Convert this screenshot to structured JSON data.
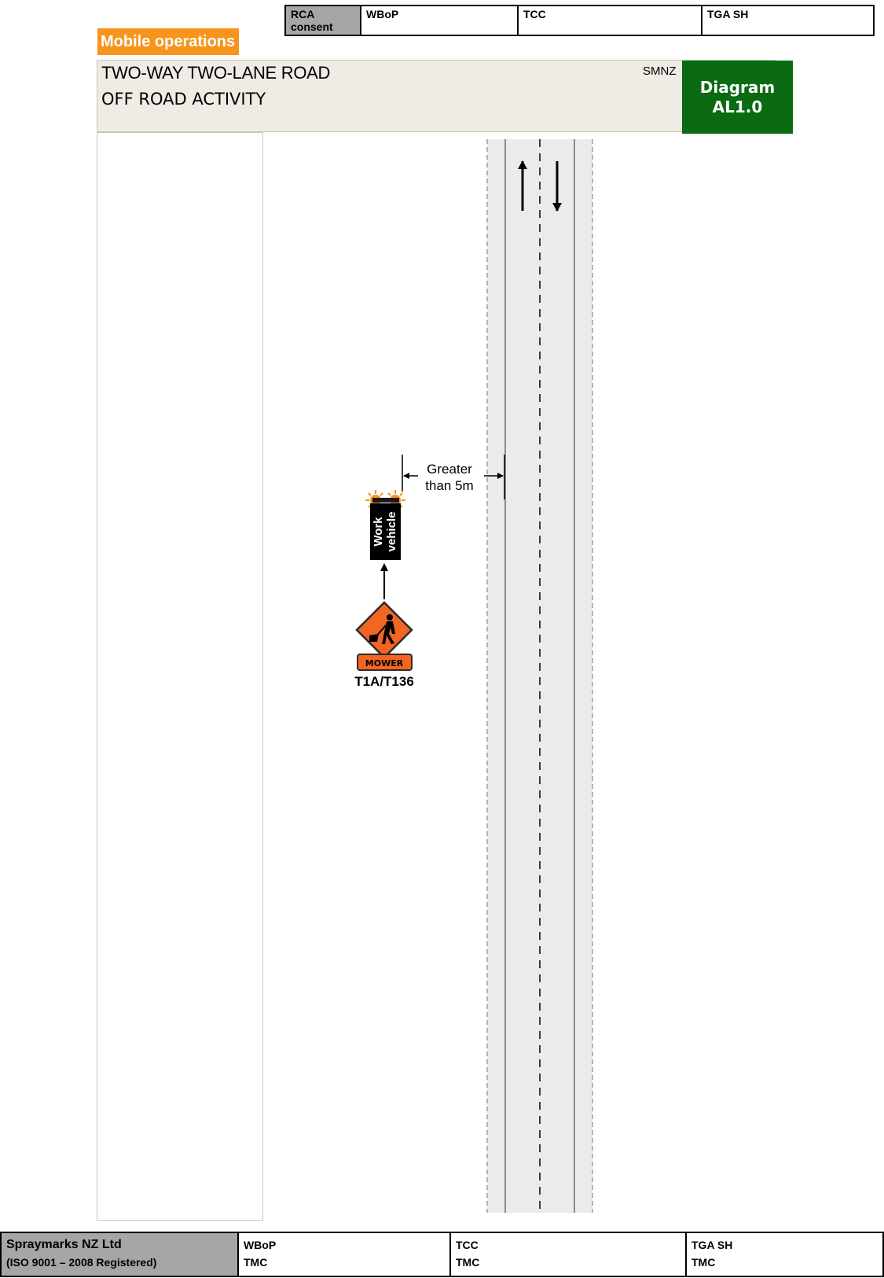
{
  "consent": {
    "label": "RCA consent",
    "columns": [
      "WBoP",
      "TCC",
      "TGA SH"
    ]
  },
  "tag": "Mobile operations",
  "header": {
    "title_line1": "TWO-WAY TWO-LANE ROAD",
    "title_line2": "OFF ROAD ACTIVITY",
    "org": "SMNZ",
    "diagram_word": "Diagram",
    "diagram_code": "AL1.0"
  },
  "diagram": {
    "distance_line1": "Greater",
    "distance_line2": "than 5m",
    "vehicle_line1": "Work",
    "vehicle_line2": "vehicle",
    "sign_plate": "MOWER",
    "sign_code": "T1A/T136",
    "colors": {
      "road": "#ebebeb",
      "sign_orange": "#f26522",
      "beacon": "#f7941d",
      "vehicle": "#000000",
      "header_bg": "#eeece4",
      "diagram_green": "#0a6b12",
      "tag_orange": "#f7941d"
    }
  },
  "footer": {
    "company": "Spraymarks NZ Ltd",
    "registration": "(ISO 9001 – 2008 Registered)",
    "cols": [
      {
        "title": "WBoP",
        "sub": "TMC"
      },
      {
        "title": "TCC",
        "sub": "TMC"
      },
      {
        "title": "TGA SH",
        "sub": "TMC"
      }
    ]
  }
}
